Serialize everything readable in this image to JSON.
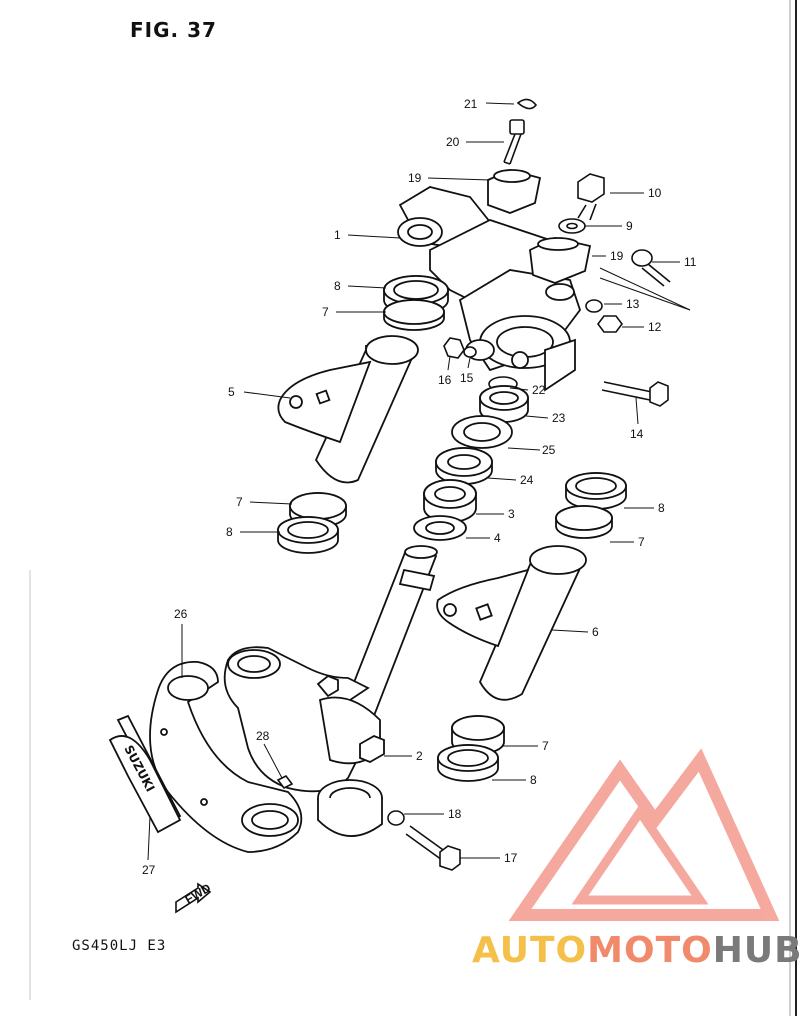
{
  "figure": {
    "title": "FIG. 37",
    "model_code": "GS450LJ E3",
    "fwd_arrow_label": "FWD",
    "nameplate_text": "SUZUKI"
  },
  "watermark": {
    "part1": "AUTO",
    "part2": "MOTO",
    "part3": "HUB",
    "color_primary": "#f5c04a",
    "color_secondary": "#f08a6a",
    "color_logo": "#f39a8e",
    "color_text_dark": "#7a7a7a"
  },
  "callouts": [
    {
      "n": "1"
    },
    {
      "n": "2"
    },
    {
      "n": "3"
    },
    {
      "n": "4"
    },
    {
      "n": "5"
    },
    {
      "n": "6"
    },
    {
      "n": "7"
    },
    {
      "n": "7"
    },
    {
      "n": "7"
    },
    {
      "n": "7"
    },
    {
      "n": "8"
    },
    {
      "n": "8"
    },
    {
      "n": "8"
    },
    {
      "n": "8"
    },
    {
      "n": "9"
    },
    {
      "n": "10"
    },
    {
      "n": "11"
    },
    {
      "n": "12"
    },
    {
      "n": "13"
    },
    {
      "n": "14"
    },
    {
      "n": "15"
    },
    {
      "n": "16"
    },
    {
      "n": "17"
    },
    {
      "n": "18"
    },
    {
      "n": "19"
    },
    {
      "n": "19"
    },
    {
      "n": "20"
    },
    {
      "n": "21"
    },
    {
      "n": "22"
    },
    {
      "n": "23"
    },
    {
      "n": "24"
    },
    {
      "n": "25"
    },
    {
      "n": "26"
    },
    {
      "n": "27"
    },
    {
      "n": "28"
    }
  ]
}
